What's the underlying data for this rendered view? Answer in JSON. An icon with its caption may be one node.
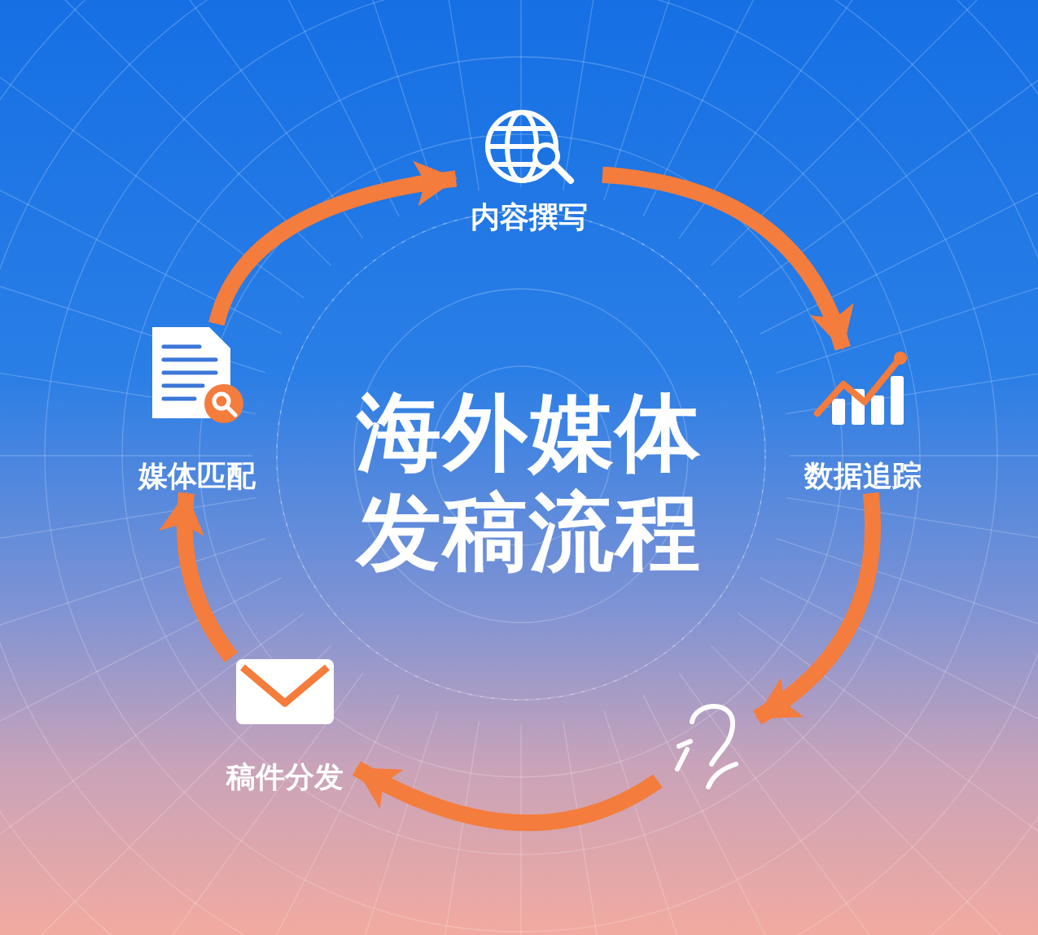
{
  "diagram": {
    "title": "海外媒体发稿流程",
    "nodes": [
      {
        "text": [
          "内容撰写"
        ]
      },
      {
        "text": [
          "数据追踪"
        ]
      },
      {
        "text": [],
        "shape": "picture"
      },
      {
        "text": [
          "稿件分发"
        ]
      },
      {
        "text": [
          "媒体匹配"
        ]
      }
    ],
    "edges": [
      {
        "from": 4,
        "to": 0,
        "arrow": "to"
      },
      {
        "from": 0,
        "to": 1,
        "arrow": "to"
      },
      {
        "from": 1,
        "to": 2,
        "arrow": "to"
      },
      {
        "from": 2,
        "to": 3,
        "arrow": "to"
      },
      {
        "from": 3,
        "to": 4,
        "arrow": "to"
      }
    ]
  }
}
